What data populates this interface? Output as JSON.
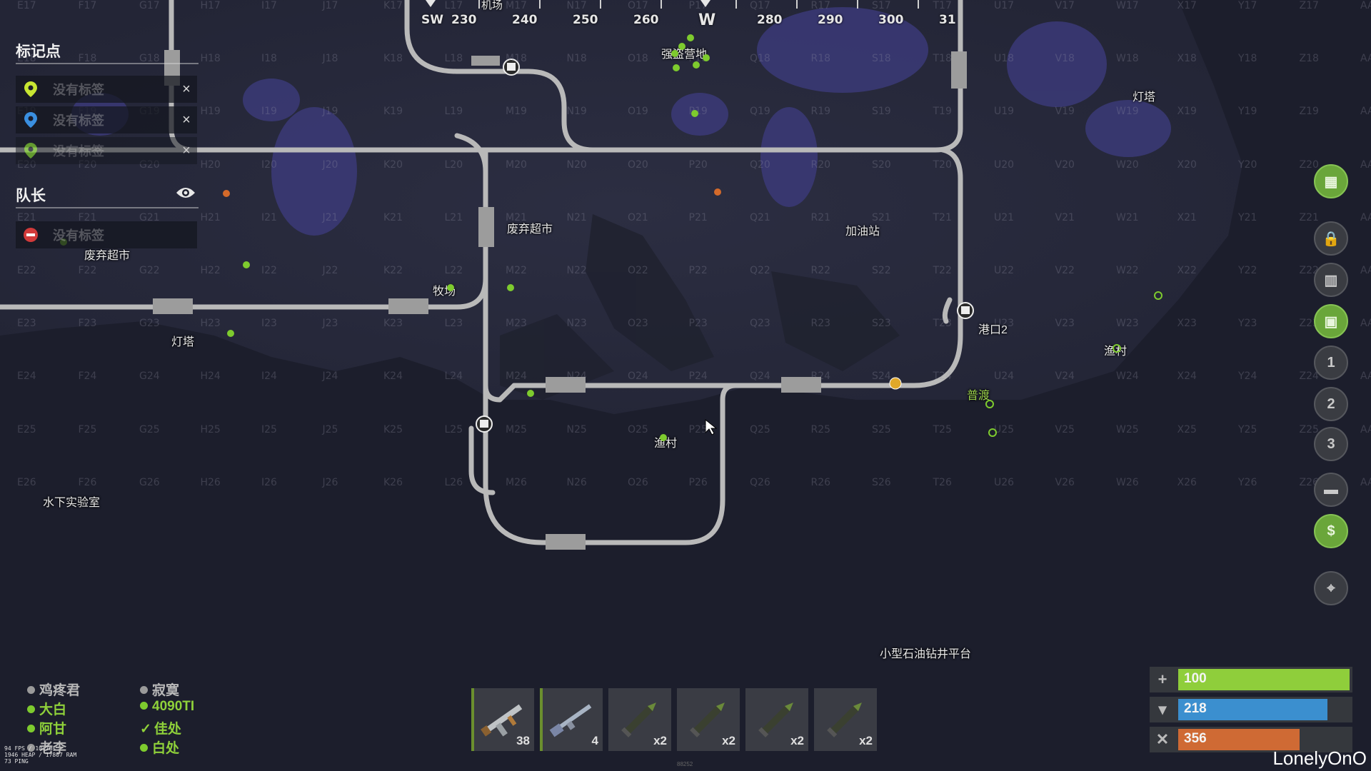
{
  "grid": {
    "columns": [
      "E",
      "F",
      "G",
      "H",
      "I",
      "J",
      "K",
      "L",
      "M",
      "N",
      "O",
      "P",
      "Q",
      "R",
      "S",
      "T",
      "U",
      "V",
      "W",
      "X",
      "Y",
      "Z",
      "AA"
    ],
    "rows": [
      "17",
      "18",
      "19",
      "20",
      "21",
      "22",
      "23",
      "24",
      "25",
      "26"
    ]
  },
  "compass": {
    "labels": [
      "SW",
      "230",
      "240",
      "250",
      "260",
      "W",
      "280",
      "290",
      "300",
      "31"
    ],
    "top_label": "机场"
  },
  "left_panel": {
    "markers_title": "标记点",
    "markers": [
      {
        "label": "没有标签",
        "color": "#c8e632",
        "close": "×"
      },
      {
        "label": "没有标签",
        "color": "#3a8fe0",
        "close": "×"
      },
      {
        "label": "没有标签",
        "color": "#7ecb2e",
        "close": "×"
      }
    ],
    "leader_title": "队长",
    "leader_row": {
      "label": "没有标签",
      "color": "#d23a3a"
    }
  },
  "places": [
    {
      "text": "强盗营地",
      "green": false
    },
    {
      "text": "灯塔",
      "green": false
    },
    {
      "text": "废弃超市",
      "green": false
    },
    {
      "text": "加油站",
      "green": false
    },
    {
      "text": "废弃超市",
      "green": false
    },
    {
      "text": "牧场",
      "green": false
    },
    {
      "text": "灯塔",
      "green": false
    },
    {
      "text": "港口2",
      "green": false
    },
    {
      "text": "渔村",
      "green": false
    },
    {
      "text": "普渡",
      "green": true
    },
    {
      "text": "渔村",
      "green": false
    },
    {
      "text": "水下实验室",
      "green": false
    },
    {
      "text": "小型石油钻井平台",
      "green": false
    }
  ],
  "right_buttons": [
    {
      "name": "grid-toggle-button",
      "icon": "grid-icon",
      "glyph": "▦",
      "green": true
    },
    {
      "name": "lock-button",
      "icon": "lock-icon",
      "glyph": "🔒",
      "green": false
    },
    {
      "name": "map-button",
      "icon": "map-icon",
      "glyph": "▥",
      "green": false
    },
    {
      "name": "train-button",
      "icon": "train-icon",
      "glyph": "▣",
      "green": true
    },
    {
      "name": "layer-1-button",
      "icon": "number-1-icon",
      "glyph": "1",
      "green": false
    },
    {
      "name": "layer-2-button",
      "icon": "number-2-icon",
      "glyph": "2",
      "green": false
    },
    {
      "name": "layer-3-button",
      "icon": "number-3-icon",
      "glyph": "3",
      "green": false
    },
    {
      "name": "bed-button",
      "icon": "bed-icon",
      "glyph": "▬",
      "green": false
    },
    {
      "name": "vending-button",
      "icon": "dollar-icon",
      "glyph": "$",
      "green": true
    },
    {
      "name": "locate-button",
      "icon": "crosshair-icon",
      "glyph": "⌖",
      "green": false
    }
  ],
  "team": {
    "left": [
      {
        "name": "鸡疼君",
        "color": "#9a9a9a",
        "text_color": "#b8b8b8"
      },
      {
        "name": "大白",
        "color": "#7ecb2e",
        "text_color": "#8fd13a"
      },
      {
        "name": "阿甘",
        "color": "#7ecb2e",
        "text_color": "#8fd13a"
      },
      {
        "name": "老李",
        "color": "#9a9a9a",
        "text_color": "#b8b8b8"
      }
    ],
    "right": [
      {
        "name": "寂寞",
        "color": "#9a9a9a",
        "text_color": "#b8b8b8"
      },
      {
        "name": "4090TI",
        "color": "#7ecb2e",
        "text_color": "#8fd13a"
      },
      {
        "name": "佳处",
        "color": "#7ecb2e",
        "text_color": "#8fd13a",
        "check": true
      },
      {
        "name": "白处",
        "color": "#7ecb2e",
        "text_color": "#8fd13a"
      }
    ]
  },
  "perf": [
    "94 FPS / 10.7ms",
    "1946 HEAP / 17807 RAM",
    "73 PING"
  ],
  "hotbar": [
    {
      "item": "assault-rifle-icon",
      "qty": "38",
      "cond": true
    },
    {
      "item": "shotgun-icon",
      "qty": "4",
      "cond": true
    },
    {
      "item": "rocket-icon",
      "qty": "x2",
      "cond": false
    },
    {
      "item": "rocket-icon",
      "qty": "x2",
      "cond": false
    },
    {
      "item": "rocket-icon",
      "qty": "x2",
      "cond": false
    },
    {
      "item": "rocket-icon",
      "qty": "x2",
      "cond": false
    }
  ],
  "hotbar_footer": "88252",
  "stats": [
    {
      "name": "health",
      "icon": "+",
      "value": "100",
      "fill": 1.0,
      "color": "#8fce3b"
    },
    {
      "name": "water",
      "icon": "▾",
      "value": "218",
      "fill": 0.87,
      "color": "#3b8fcf"
    },
    {
      "name": "food",
      "icon": "✕",
      "value": "356",
      "fill": 0.71,
      "color": "#cf6a34"
    }
  ],
  "watermark": "LonelyOnO",
  "colors": {
    "rail": "#b9b9b9",
    "land": "#2a2c3e",
    "water": "#1c1e2c"
  }
}
